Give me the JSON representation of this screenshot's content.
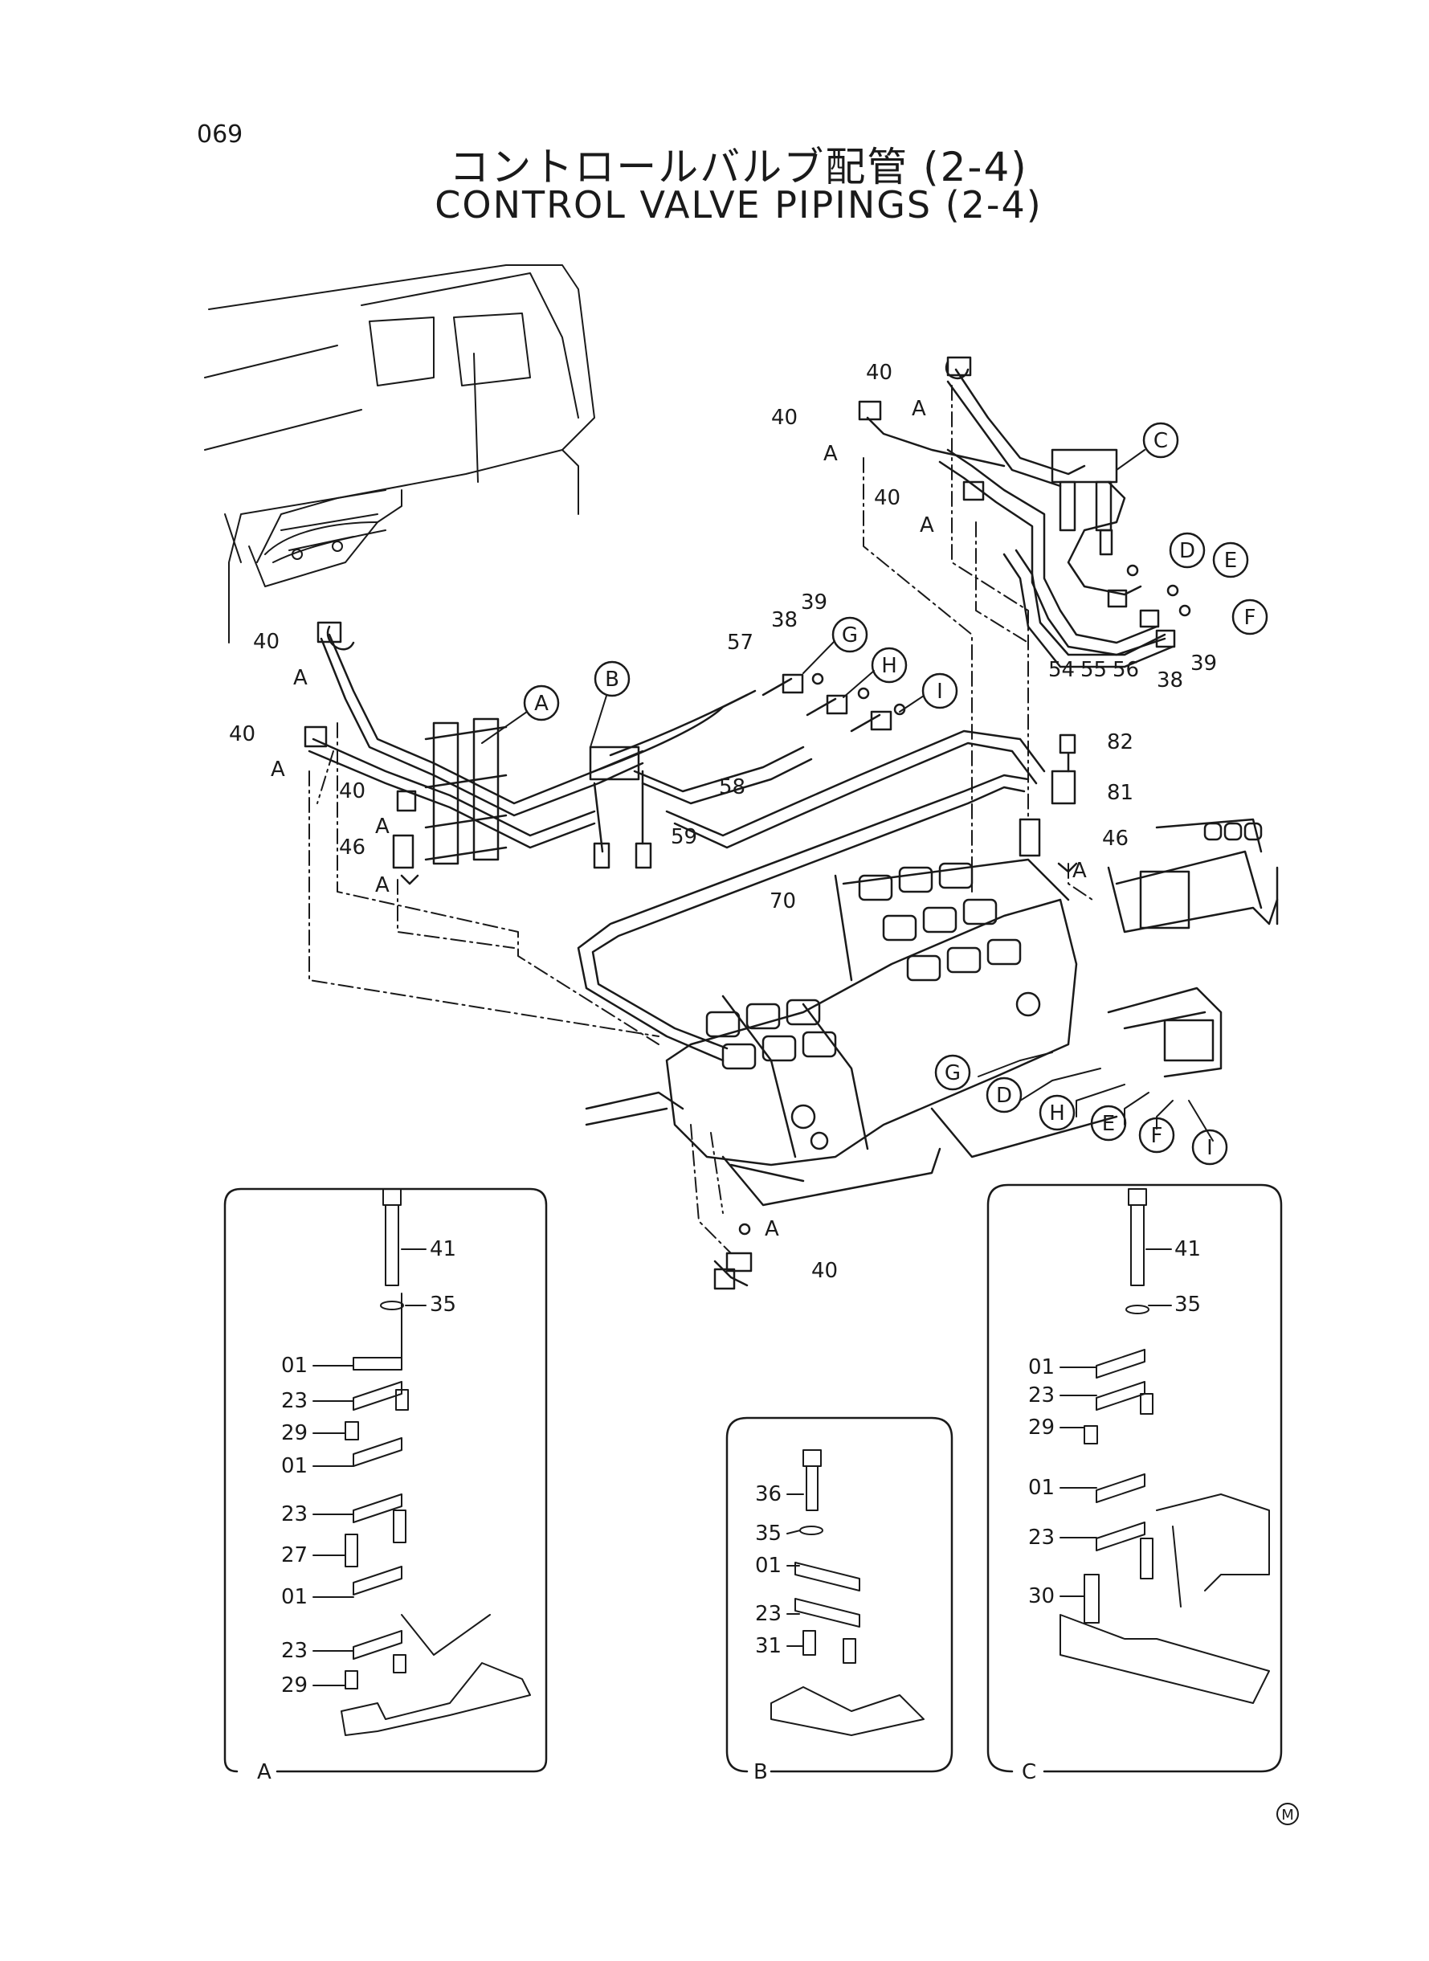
{
  "page": {
    "number": "069"
  },
  "title": {
    "japanese": "コントロールバルブ配管 (2-4)",
    "english": "CONTROL VALVE PIPINGS (2-4)"
  },
  "main_callouts": {
    "c40": "40",
    "cA": "A",
    "c38": "38",
    "c39": "39",
    "c57": "57",
    "c58": "58",
    "c59": "59",
    "c70": "70",
    "c46": "46",
    "c81": "81",
    "c82": "82",
    "c54": "54",
    "c55": "55",
    "c56": "56"
  },
  "circle_refs": {
    "A": "A",
    "B": "B",
    "C": "C",
    "D": "D",
    "E": "E",
    "F": "F",
    "G": "G",
    "H": "H",
    "I": "I"
  },
  "detail_A": {
    "label": "A",
    "parts": [
      "41",
      "35",
      "01",
      "23",
      "29",
      "01",
      "23",
      "27",
      "01",
      "23",
      "29"
    ]
  },
  "detail_B": {
    "label": "B",
    "parts": [
      "36",
      "35",
      "01",
      "23",
      "31"
    ]
  },
  "detail_C": {
    "label": "C",
    "parts": [
      "41",
      "35",
      "01",
      "23",
      "29",
      "01",
      "23",
      "30"
    ]
  },
  "footer": {
    "mark": "M"
  }
}
